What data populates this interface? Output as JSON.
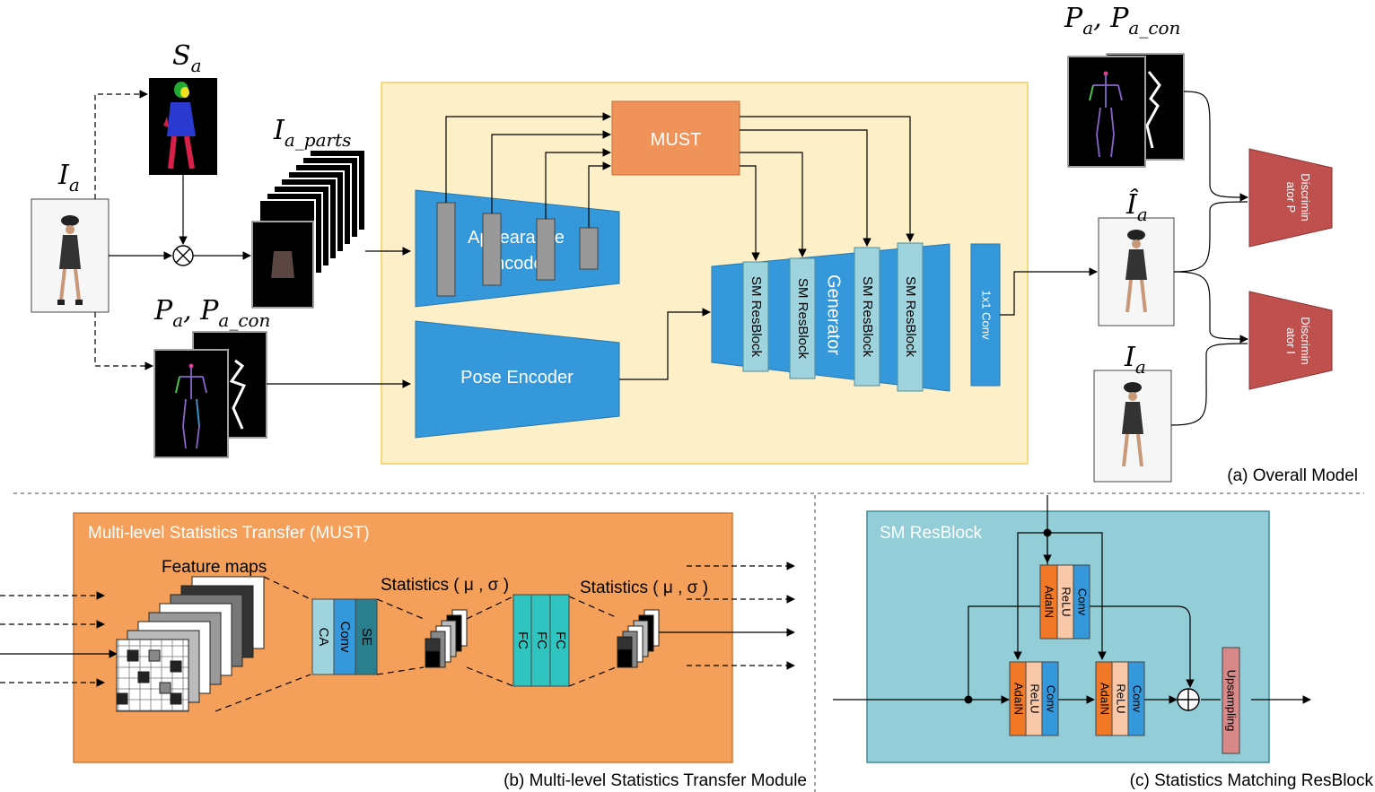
{
  "panel_a": {
    "caption": "(a) Overall Model",
    "input_image_label": "I",
    "input_image_sub": "a",
    "seg_label": "S",
    "seg_sub": "a",
    "parts_label": "I",
    "parts_sub": "a_parts",
    "pose_label_left": "P",
    "pose_sub_left": "a",
    "pose_label_right": "P",
    "pose_sub_right": "a_con",
    "pose_top_label_left": "P",
    "pose_top_sub_left": "a",
    "pose_top_label_right": "P",
    "pose_top_sub_right": "a_con",
    "gen_output_label": "Î",
    "gen_output_sub": "a",
    "real_label": "I",
    "real_sub": "a",
    "must_label": "MUST",
    "appearance_encoder_line1": "Appearance",
    "appearance_encoder_line2": "Encoder",
    "pose_encoder_label": "Pose Encoder",
    "generator_label": "Generator",
    "resblock_label": "SM ResBlock",
    "conv_label": "1x1 Conv",
    "disc_p_line1": "Discrimin",
    "disc_p_line2": "ator P",
    "disc_i_line1": "Discrimin",
    "disc_i_line2": "ator I"
  },
  "panel_b": {
    "caption": "(b) Multi-level Statistics Transfer Module",
    "title": "Multi-level Statistics Transfer (MUST)",
    "feature_maps_label": "Feature maps",
    "stats_label_1": "Statistics ( μ , σ )",
    "stats_label_2": "Statistics ( μ , σ )",
    "block_ca": "CA",
    "block_conv": "Conv",
    "block_se": "SE",
    "block_fc": "FC"
  },
  "panel_c": {
    "caption": "(c) Statistics Matching ResBlock",
    "title": "SM ResBlock",
    "adain": "AdaIN",
    "relu": "ReLU",
    "conv": "Conv",
    "upsampling": "Upsampling"
  },
  "colors": {
    "blue": "#3498db",
    "light_blue": "#9fd3de",
    "must_orange": "#f0935a",
    "panel_orange": "#f4a05a",
    "panel_blue": "#92cdd8",
    "yellow_bg": "#fdf0c8",
    "red": "#c0504d",
    "adain_orange": "#f07826",
    "relu_peach": "#f9c8a8",
    "teal": "#2fc4c0",
    "dark_teal": "#2a7f8f",
    "upsampling": "#d98888"
  }
}
